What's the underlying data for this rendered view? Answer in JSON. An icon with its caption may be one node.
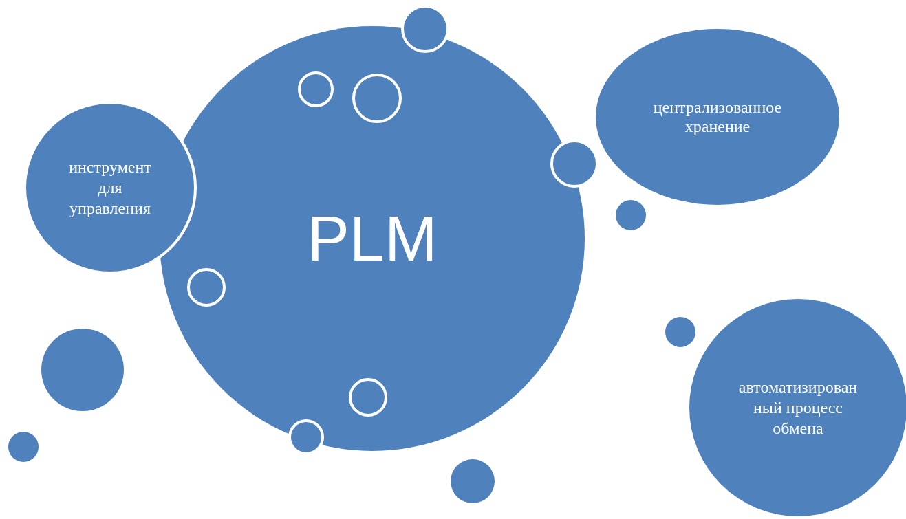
{
  "diagram": {
    "nodes": [
      {
        "text": [
          "PLM"
        ]
      },
      {
        "text": [
          "инструмент для управления"
        ]
      },
      {
        "text": [
          "централизованное хранение"
        ]
      },
      {
        "text": [
          "автоматизирован ный процесс обмена"
        ]
      },
      {
        "text": [],
        "shape": "circle"
      },
      {
        "text": [],
        "shape": "circle",
        "in": 0
      },
      {
        "text": [],
        "shape": "circle",
        "in": 0
      },
      {
        "text": [],
        "shape": "circle"
      },
      {
        "text": [],
        "shape": "circle"
      },
      {
        "text": [],
        "shape": "circle",
        "in": 0
      },
      {
        "text": [],
        "shape": "circle",
        "in": 0
      },
      {
        "text": [],
        "shape": "circle"
      },
      {
        "text": [],
        "shape": "circle"
      },
      {
        "text": [],
        "shape": "circle"
      },
      {
        "text": [],
        "shape": "circle"
      },
      {
        "text": [],
        "shape": "circle"
      }
    ],
    "edges": []
  }
}
